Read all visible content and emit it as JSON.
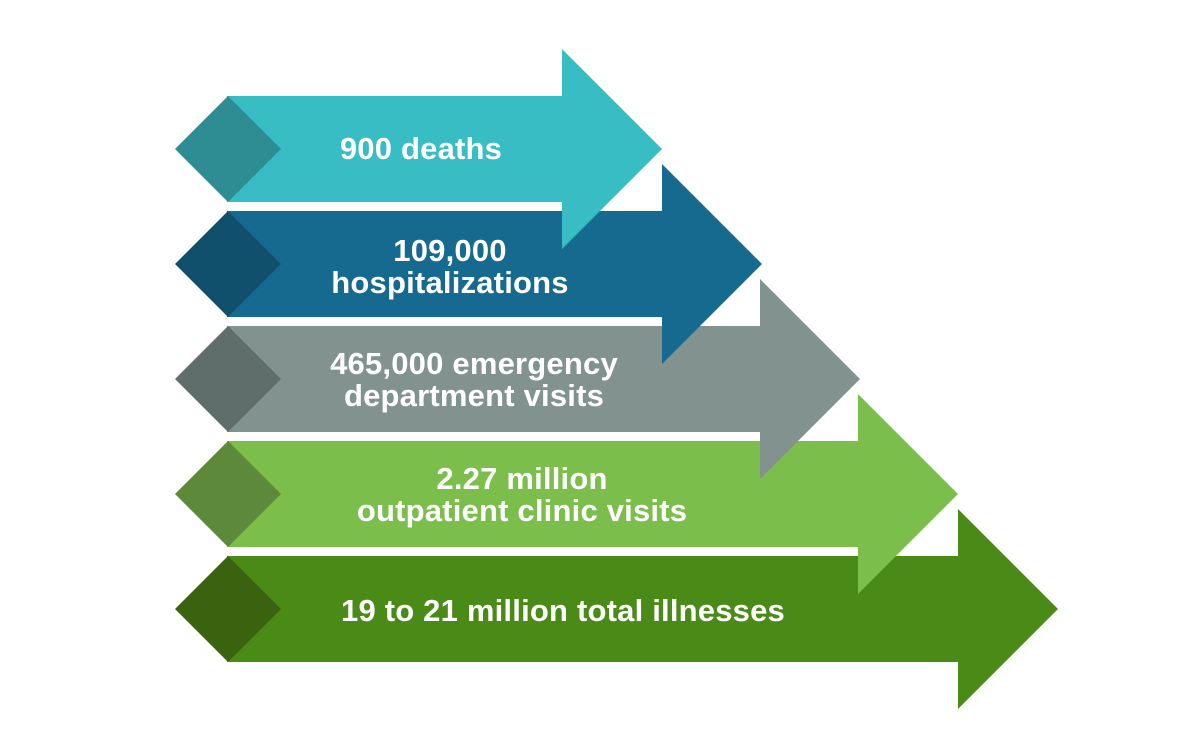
{
  "background_color": "#FFFFFF",
  "text_color": "#FFFFFF",
  "rows": [
    {
      "id": "deaths",
      "line1": "900 deaths",
      "line2": "",
      "body_color": "#38BDC5",
      "diamond_color": "#2E8C93"
    },
    {
      "id": "hospitalizations",
      "line1": "109,000",
      "line2": "hospitalizations",
      "body_color": "#16698F",
      "diamond_color": "#11506C"
    },
    {
      "id": "emergency-department-visits",
      "line1": "465,000 emergency",
      "line2": "department visits",
      "body_color": "#81928F",
      "diamond_color": "#606E6B"
    },
    {
      "id": "outpatient-clinic-visits",
      "line1": "2.27 million",
      "line2": "outpatient clinic visits",
      "body_color": "#7CBE4B",
      "diamond_color": "#5C8A3A"
    },
    {
      "id": "total-illnesses",
      "line1": "19 to 21 million total illnesses",
      "line2": "",
      "body_color": "#4A8A16",
      "diamond_color": "#3A6310"
    }
  ],
  "chart_data": {
    "type": "bar",
    "orientation": "horizontal",
    "categories": [
      "deaths",
      "hospitalizations",
      "emergency department visits",
      "outpatient clinic visits",
      "total illnesses"
    ],
    "value_labels": [
      "900",
      "109,000",
      "465,000",
      "2.27 million",
      "19 to 21 million"
    ],
    "values": [
      900,
      109000,
      465000,
      2270000,
      20000000
    ],
    "value_range_last": [
      19000000,
      21000000
    ],
    "bar_colors": [
      "#38BDC5",
      "#16698F",
      "#81928F",
      "#7CBE4B",
      "#4A8A16"
    ],
    "diamond_colors": [
      "#2E8C93",
      "#11506C",
      "#606E6B",
      "#5C8A3A",
      "#3A6310"
    ],
    "title": "",
    "xlabel": "",
    "ylabel": "",
    "legend": "none",
    "grid": "off"
  }
}
